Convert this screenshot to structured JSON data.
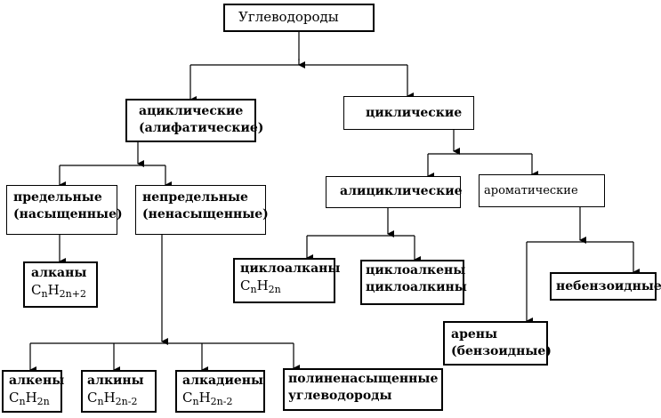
{
  "root": {
    "label": "Углеводороды"
  },
  "acyclic": {
    "line1": "ациклические",
    "line2": "(алифатические)"
  },
  "cyclic": {
    "label": "циклические"
  },
  "saturated": {
    "line1": "предельные",
    "line2": "(насыщенные)"
  },
  "unsaturated": {
    "line1": "непредельные",
    "line2": "(ненасыщенные)"
  },
  "alicyclic": {
    "label": "алициклические"
  },
  "aromatic": {
    "label": "ароматические"
  },
  "alkanes": {
    "name": "алканы",
    "C": "C",
    "n": "n",
    "H": "H",
    "sub": "2n+2"
  },
  "cycloalkanes": {
    "name": "циклоалканы",
    "C": "C",
    "n": "n",
    "H": "H",
    "sub": "2n"
  },
  "cycloalkenes": {
    "line1": "циклоалкены",
    "line2": "циклоалкины"
  },
  "nonbenzenoid": {
    "label": "небензоидные"
  },
  "arenes": {
    "line1": "арены",
    "line2": "(бензоидные)"
  },
  "alkenes": {
    "name": "алкены",
    "C": "C",
    "n": "n",
    "H": "H",
    "sub": "2n"
  },
  "alkynes": {
    "name": "алкины",
    "C": "C",
    "n": "n",
    "H": "H",
    "sub": "2n-2"
  },
  "alkadienes": {
    "name": "алкадиены",
    "C": "C",
    "n": "n",
    "H": "H",
    "sub": "2n-2"
  },
  "polyunsaturated": {
    "line1": "полиненасыщенные",
    "line2": "углеводороды"
  }
}
